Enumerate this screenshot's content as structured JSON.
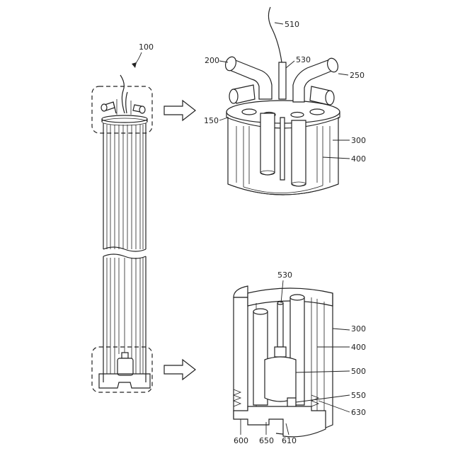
{
  "labels": {
    "assembly": "100",
    "cap": "150",
    "inlet": "200",
    "outlet": "250",
    "outer_shell": "300",
    "inner_shell": "400",
    "sensor": "500",
    "wire": "510",
    "sensor_tube_top": "530",
    "sensor_tube_bottom": "530",
    "sensor_base": "550",
    "base": "600",
    "base_bottom": "610",
    "thread": "630",
    "base_center": "650",
    "outer_shell_bottom": "300",
    "inner_shell_bottom": "400"
  }
}
